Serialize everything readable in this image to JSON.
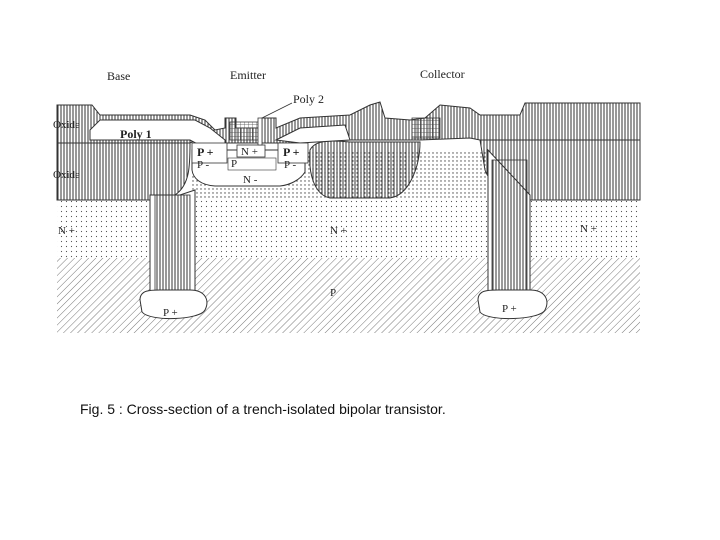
{
  "diagram": {
    "labels": {
      "base": "Base",
      "emitter": "Emitter",
      "collector": "Collector",
      "poly2": "Poly 2",
      "poly1": "Poly 1",
      "oxide_top": "Oxide",
      "oxide_mid": "Oxide",
      "p_plus_1": "P +",
      "p_plus_2": "P +",
      "p_minus_1": "P -",
      "p_minus_2": "P -",
      "n_plus_emitter": "N +",
      "p_base": "P",
      "n_minus": "N -",
      "n_plus_left": "N +",
      "n_plus_center": "N +",
      "n_plus_right": "N +",
      "p_substrate": "P",
      "p_plus_trench_left": "P +",
      "p_plus_trench_right": "P +"
    },
    "colors": {
      "ink": "#333333",
      "background": "#ffffff"
    }
  },
  "caption": "Fig. 5 : Cross-section of a trench-isolated bipolar transistor."
}
